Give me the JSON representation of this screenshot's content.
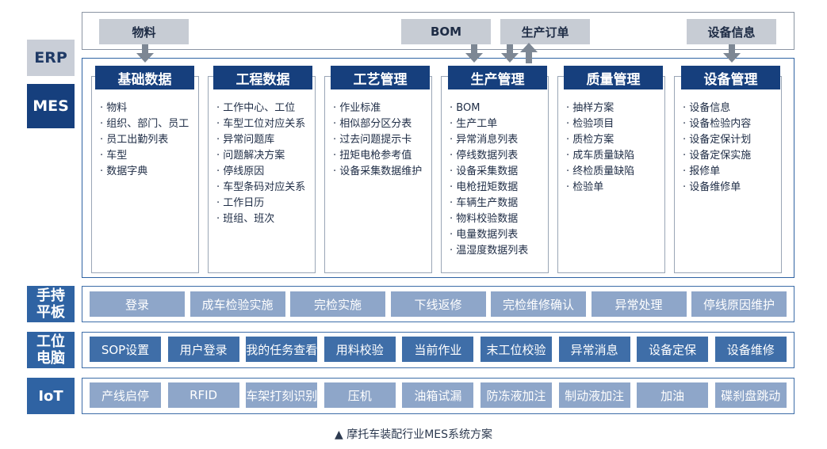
{
  "layers": {
    "erp": "ERP",
    "mes": "MES",
    "handheld": "手持\n平板",
    "workstation": "工位\n电脑",
    "iot": "IoT"
  },
  "erp_boxes": [
    "物料",
    "BOM",
    "生产订单",
    "设备信息"
  ],
  "modules": [
    {
      "title": "基础数据",
      "items": [
        "物料",
        "组织、部门、员工",
        "员工出勤列表",
        "车型",
        "数据字典"
      ]
    },
    {
      "title": "工程数据",
      "items": [
        "工作中心、工位",
        "车型工位对应关系",
        "异常问题库",
        "问题解决方案",
        "停线原因",
        "车型条码对应关系",
        "工作日历",
        "班组、班次"
      ]
    },
    {
      "title": "工艺管理",
      "items": [
        "作业标准",
        "相似部分区分表",
        "过去问题提示卡",
        "扭矩电枪参考值",
        "设备采集数据维护"
      ]
    },
    {
      "title": "生产管理",
      "items": [
        "BOM",
        "生产工单",
        "异常消息列表",
        "停线数据列表",
        "设备采集数据",
        "电枪扭矩数据",
        "车辆生产数据",
        "物料校验数据",
        "电量数据列表",
        "温湿度数据列表"
      ]
    },
    {
      "title": "质量管理",
      "items": [
        "抽样方案",
        "检验项目",
        "质检方案",
        "成车质量缺陷",
        "终检质量缺陷",
        "检验单"
      ]
    },
    {
      "title": "设备管理",
      "items": [
        "设备信息",
        "设备检验内容",
        "设备定保计划",
        "设备定保实施",
        "报修单",
        "设备维修单"
      ]
    }
  ],
  "handheld_items": [
    "登录",
    "成车检验实施",
    "完检实施",
    "下线返修",
    "完检维修确认",
    "异常处理",
    "停线原因维护"
  ],
  "workstation_items": [
    "SOP设置",
    "用户登录",
    "我的任务查看",
    "用料校验",
    "当前作业",
    "末工位校验",
    "异常消息",
    "设备定保",
    "设备维修"
  ],
  "iot_items": [
    "产线启停",
    "RFID",
    "车架打刻识别",
    "压机",
    "油箱试漏",
    "防冻液加注",
    "制动液加注",
    "加油",
    "碟刹盘跳动"
  ],
  "caption": "▲ 摩托车装配行业MES系统方案",
  "colors": {
    "dark_blue": "#163f7d",
    "mid_blue": "#2f63a3",
    "light_blue": "#8ea6c9",
    "erp_gray": "#c7ccd4"
  }
}
